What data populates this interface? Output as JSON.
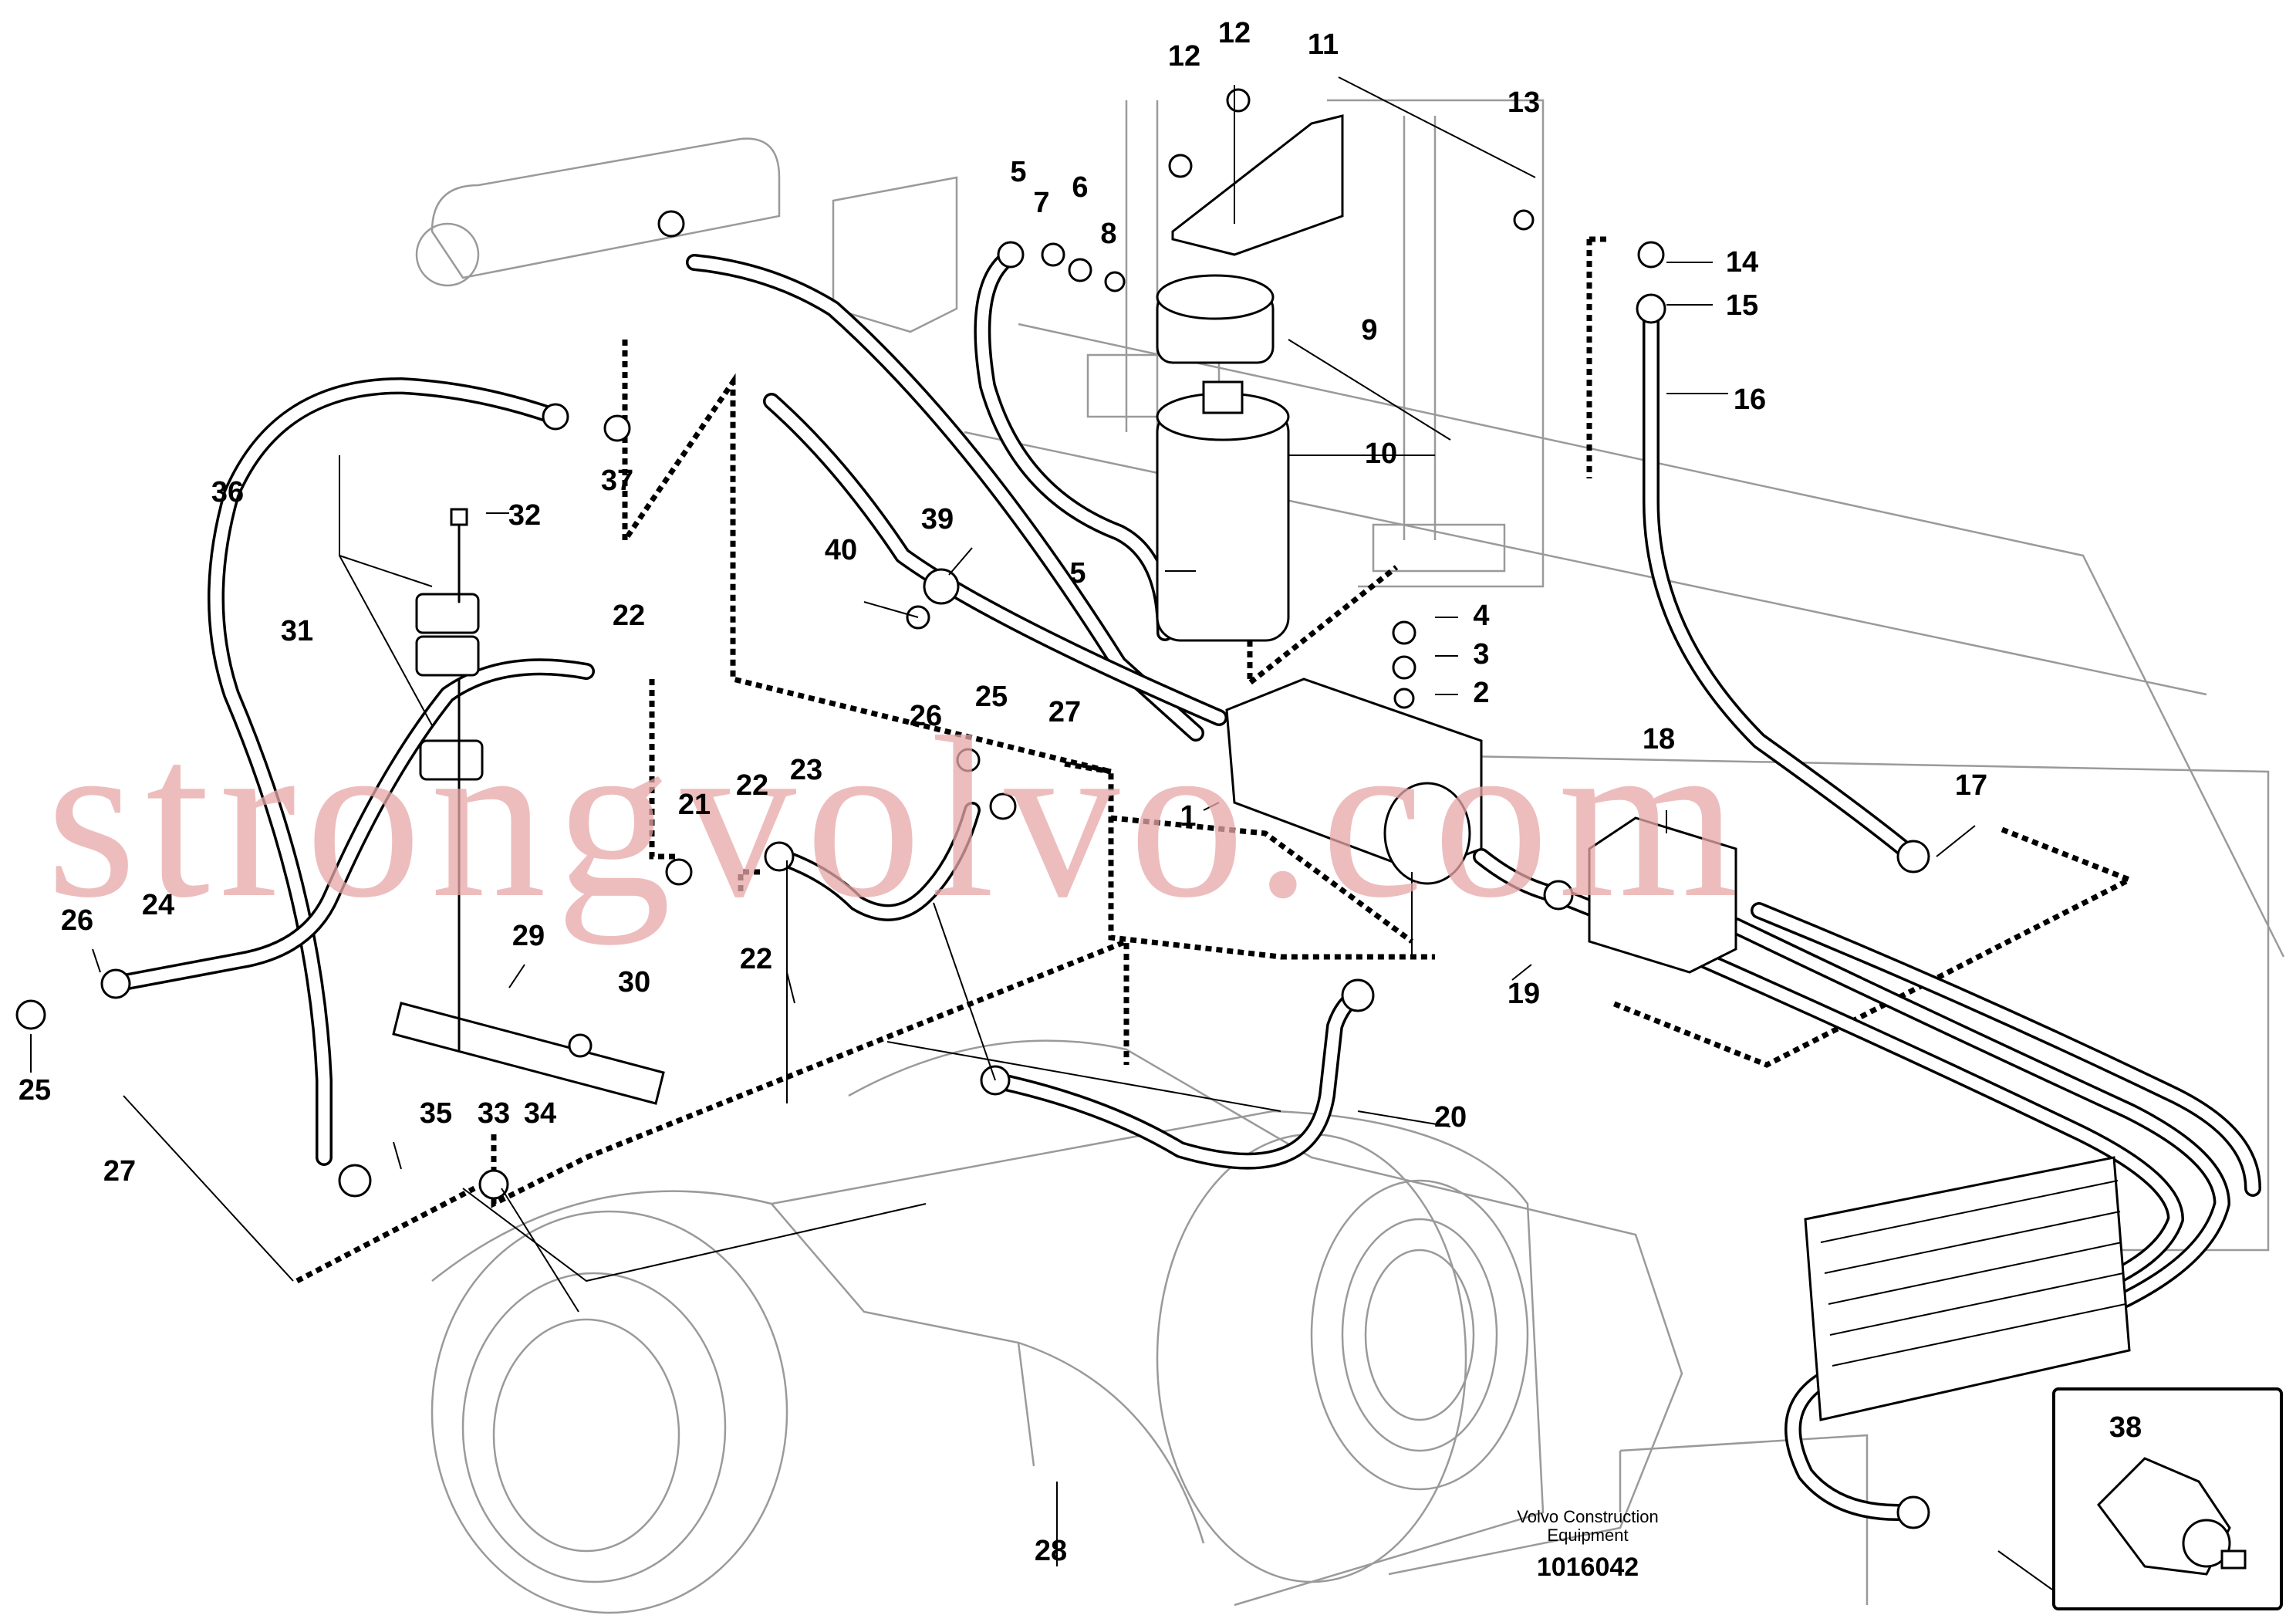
{
  "callouts": [
    {
      "id": "l1",
      "text": "1"
    },
    {
      "id": "l2",
      "text": "2"
    },
    {
      "id": "l3",
      "text": "3"
    },
    {
      "id": "l4",
      "text": "4"
    },
    {
      "id": "l5a",
      "text": "5"
    },
    {
      "id": "l5b",
      "text": "5"
    },
    {
      "id": "l6",
      "text": "6"
    },
    {
      "id": "l7",
      "text": "7"
    },
    {
      "id": "l8",
      "text": "8"
    },
    {
      "id": "l9",
      "text": "9"
    },
    {
      "id": "l10",
      "text": "10"
    },
    {
      "id": "l11",
      "text": "11"
    },
    {
      "id": "l12a",
      "text": "12"
    },
    {
      "id": "l12b",
      "text": "12"
    },
    {
      "id": "l13",
      "text": "13"
    },
    {
      "id": "l14",
      "text": "14"
    },
    {
      "id": "l15",
      "text": "15"
    },
    {
      "id": "l16",
      "text": "16"
    },
    {
      "id": "l17",
      "text": "17"
    },
    {
      "id": "l18",
      "text": "18"
    },
    {
      "id": "l19",
      "text": "19"
    },
    {
      "id": "l20",
      "text": "20"
    },
    {
      "id": "l21",
      "text": "21"
    },
    {
      "id": "l22a",
      "text": "22"
    },
    {
      "id": "l22b",
      "text": "22"
    },
    {
      "id": "l22c",
      "text": "22"
    },
    {
      "id": "l23",
      "text": "23"
    },
    {
      "id": "l24",
      "text": "24"
    },
    {
      "id": "l25a",
      "text": "25"
    },
    {
      "id": "l25b",
      "text": "25"
    },
    {
      "id": "l26a",
      "text": "26"
    },
    {
      "id": "l26b",
      "text": "26"
    },
    {
      "id": "l27a",
      "text": "27"
    },
    {
      "id": "l27b",
      "text": "27"
    },
    {
      "id": "l28",
      "text": "28"
    },
    {
      "id": "l29",
      "text": "29"
    },
    {
      "id": "l30",
      "text": "30"
    },
    {
      "id": "l31",
      "text": "31"
    },
    {
      "id": "l32",
      "text": "32"
    },
    {
      "id": "l33",
      "text": "33"
    },
    {
      "id": "l34",
      "text": "34"
    },
    {
      "id": "l35",
      "text": "35"
    },
    {
      "id": "l36",
      "text": "36"
    },
    {
      "id": "l37",
      "text": "37"
    },
    {
      "id": "l38",
      "text": "38"
    },
    {
      "id": "l39",
      "text": "39"
    },
    {
      "id": "l40",
      "text": "40"
    }
  ],
  "caption": {
    "line1": "Volvo Construction",
    "line2": "Equipment",
    "drawing_number": "1016042"
  },
  "watermark": "strongvolvo.com"
}
